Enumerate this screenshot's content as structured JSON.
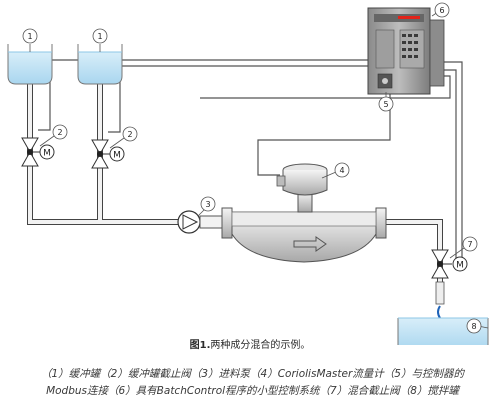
{
  "caption": {
    "label": "图1.",
    "text": "两种成分混合的示例。"
  },
  "legend": {
    "line1": "（1）缓冲罐（2）缓冲罐截止阀（3）进料泵（4）CoriolisMaster流量计（5）与控制器的",
    "line2": "Modbus连接（6）具有BatchControl程序的小型控制系统（7）混合截止阀（8）搅拌罐"
  },
  "callouts": [
    "1",
    "1",
    "2",
    "2",
    "3",
    "4",
    "5",
    "6",
    "7",
    "8"
  ],
  "valve_motor_label": "M",
  "colors": {
    "tank_liquid": "#bfe3f5",
    "pipe": "#f2f2f2",
    "pipe_outline": "#444444",
    "controller_accent": "#e2231a",
    "cable": "#555555"
  }
}
